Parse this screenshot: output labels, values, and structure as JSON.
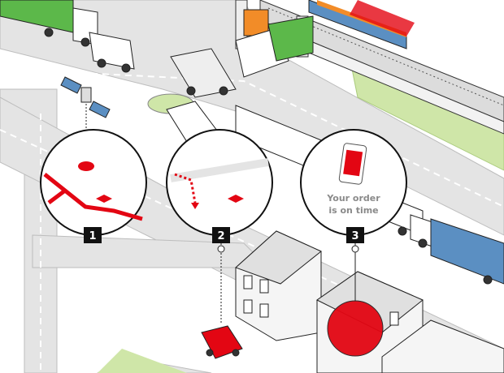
{
  "steps": [
    {
      "number": "1"
    },
    {
      "number": "2"
    },
    {
      "number": "3",
      "message_line1": "Your order",
      "message_line2": "is on time"
    }
  ],
  "colors": {
    "accent_red": "#e30613",
    "road": "#e4e4e4",
    "grass": "#cfe6a8",
    "truck_green": "#5cb84a",
    "truck_blue": "#5b8fc2",
    "outline": "#222222"
  },
  "icons": [
    "satellite-icon",
    "smartphone-icon",
    "map-marker-icon"
  ]
}
